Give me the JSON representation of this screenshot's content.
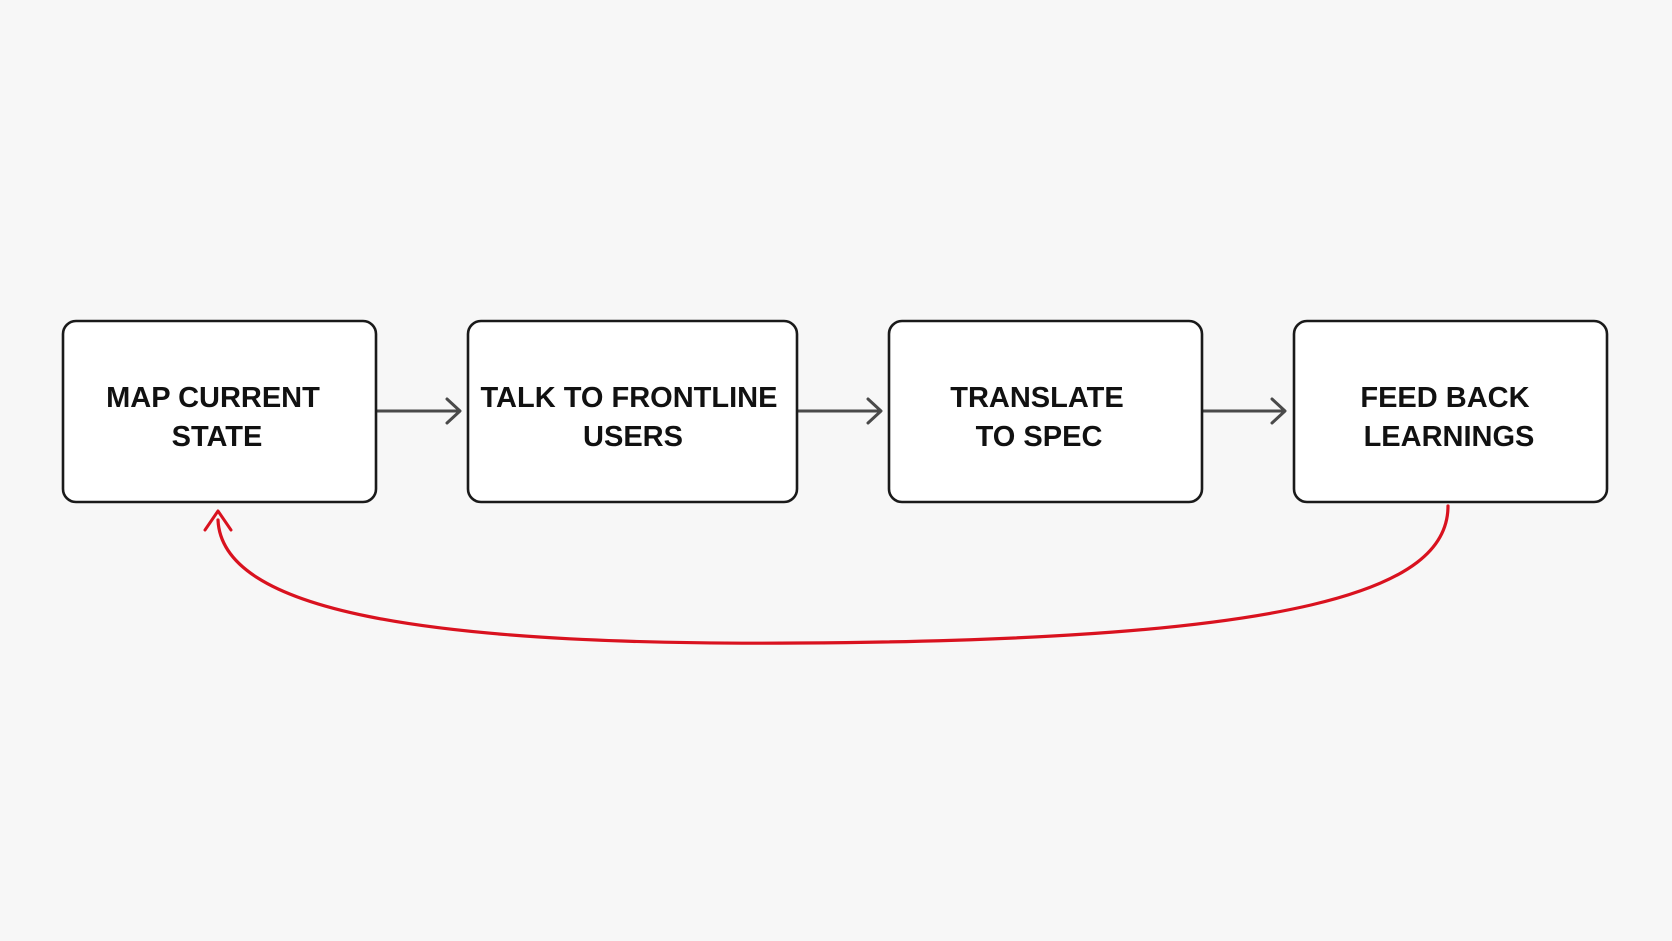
{
  "diagram": {
    "colors": {
      "background": "#f7f7f7",
      "box_border": "#1a1a1a",
      "box_fill": "#ffffff",
      "text": "#111111",
      "flow_arrow": "#4a4a4a",
      "feedback_arrow": "#d9121f"
    },
    "steps": [
      {
        "lines": [
          "MAP CURRENT",
          "STATE"
        ]
      },
      {
        "lines": [
          "TALK TO FRONTLINE",
          "USERS"
        ]
      },
      {
        "lines": [
          "TRANSLATE",
          "TO SPEC"
        ]
      },
      {
        "lines": [
          "FEED BACK",
          "LEARNINGS"
        ]
      }
    ],
    "connections": [
      {
        "from": 0,
        "to": 1
      },
      {
        "from": 1,
        "to": 2
      },
      {
        "from": 2,
        "to": 3
      }
    ],
    "feedback_loop": {
      "from": 3,
      "to": 0
    }
  }
}
